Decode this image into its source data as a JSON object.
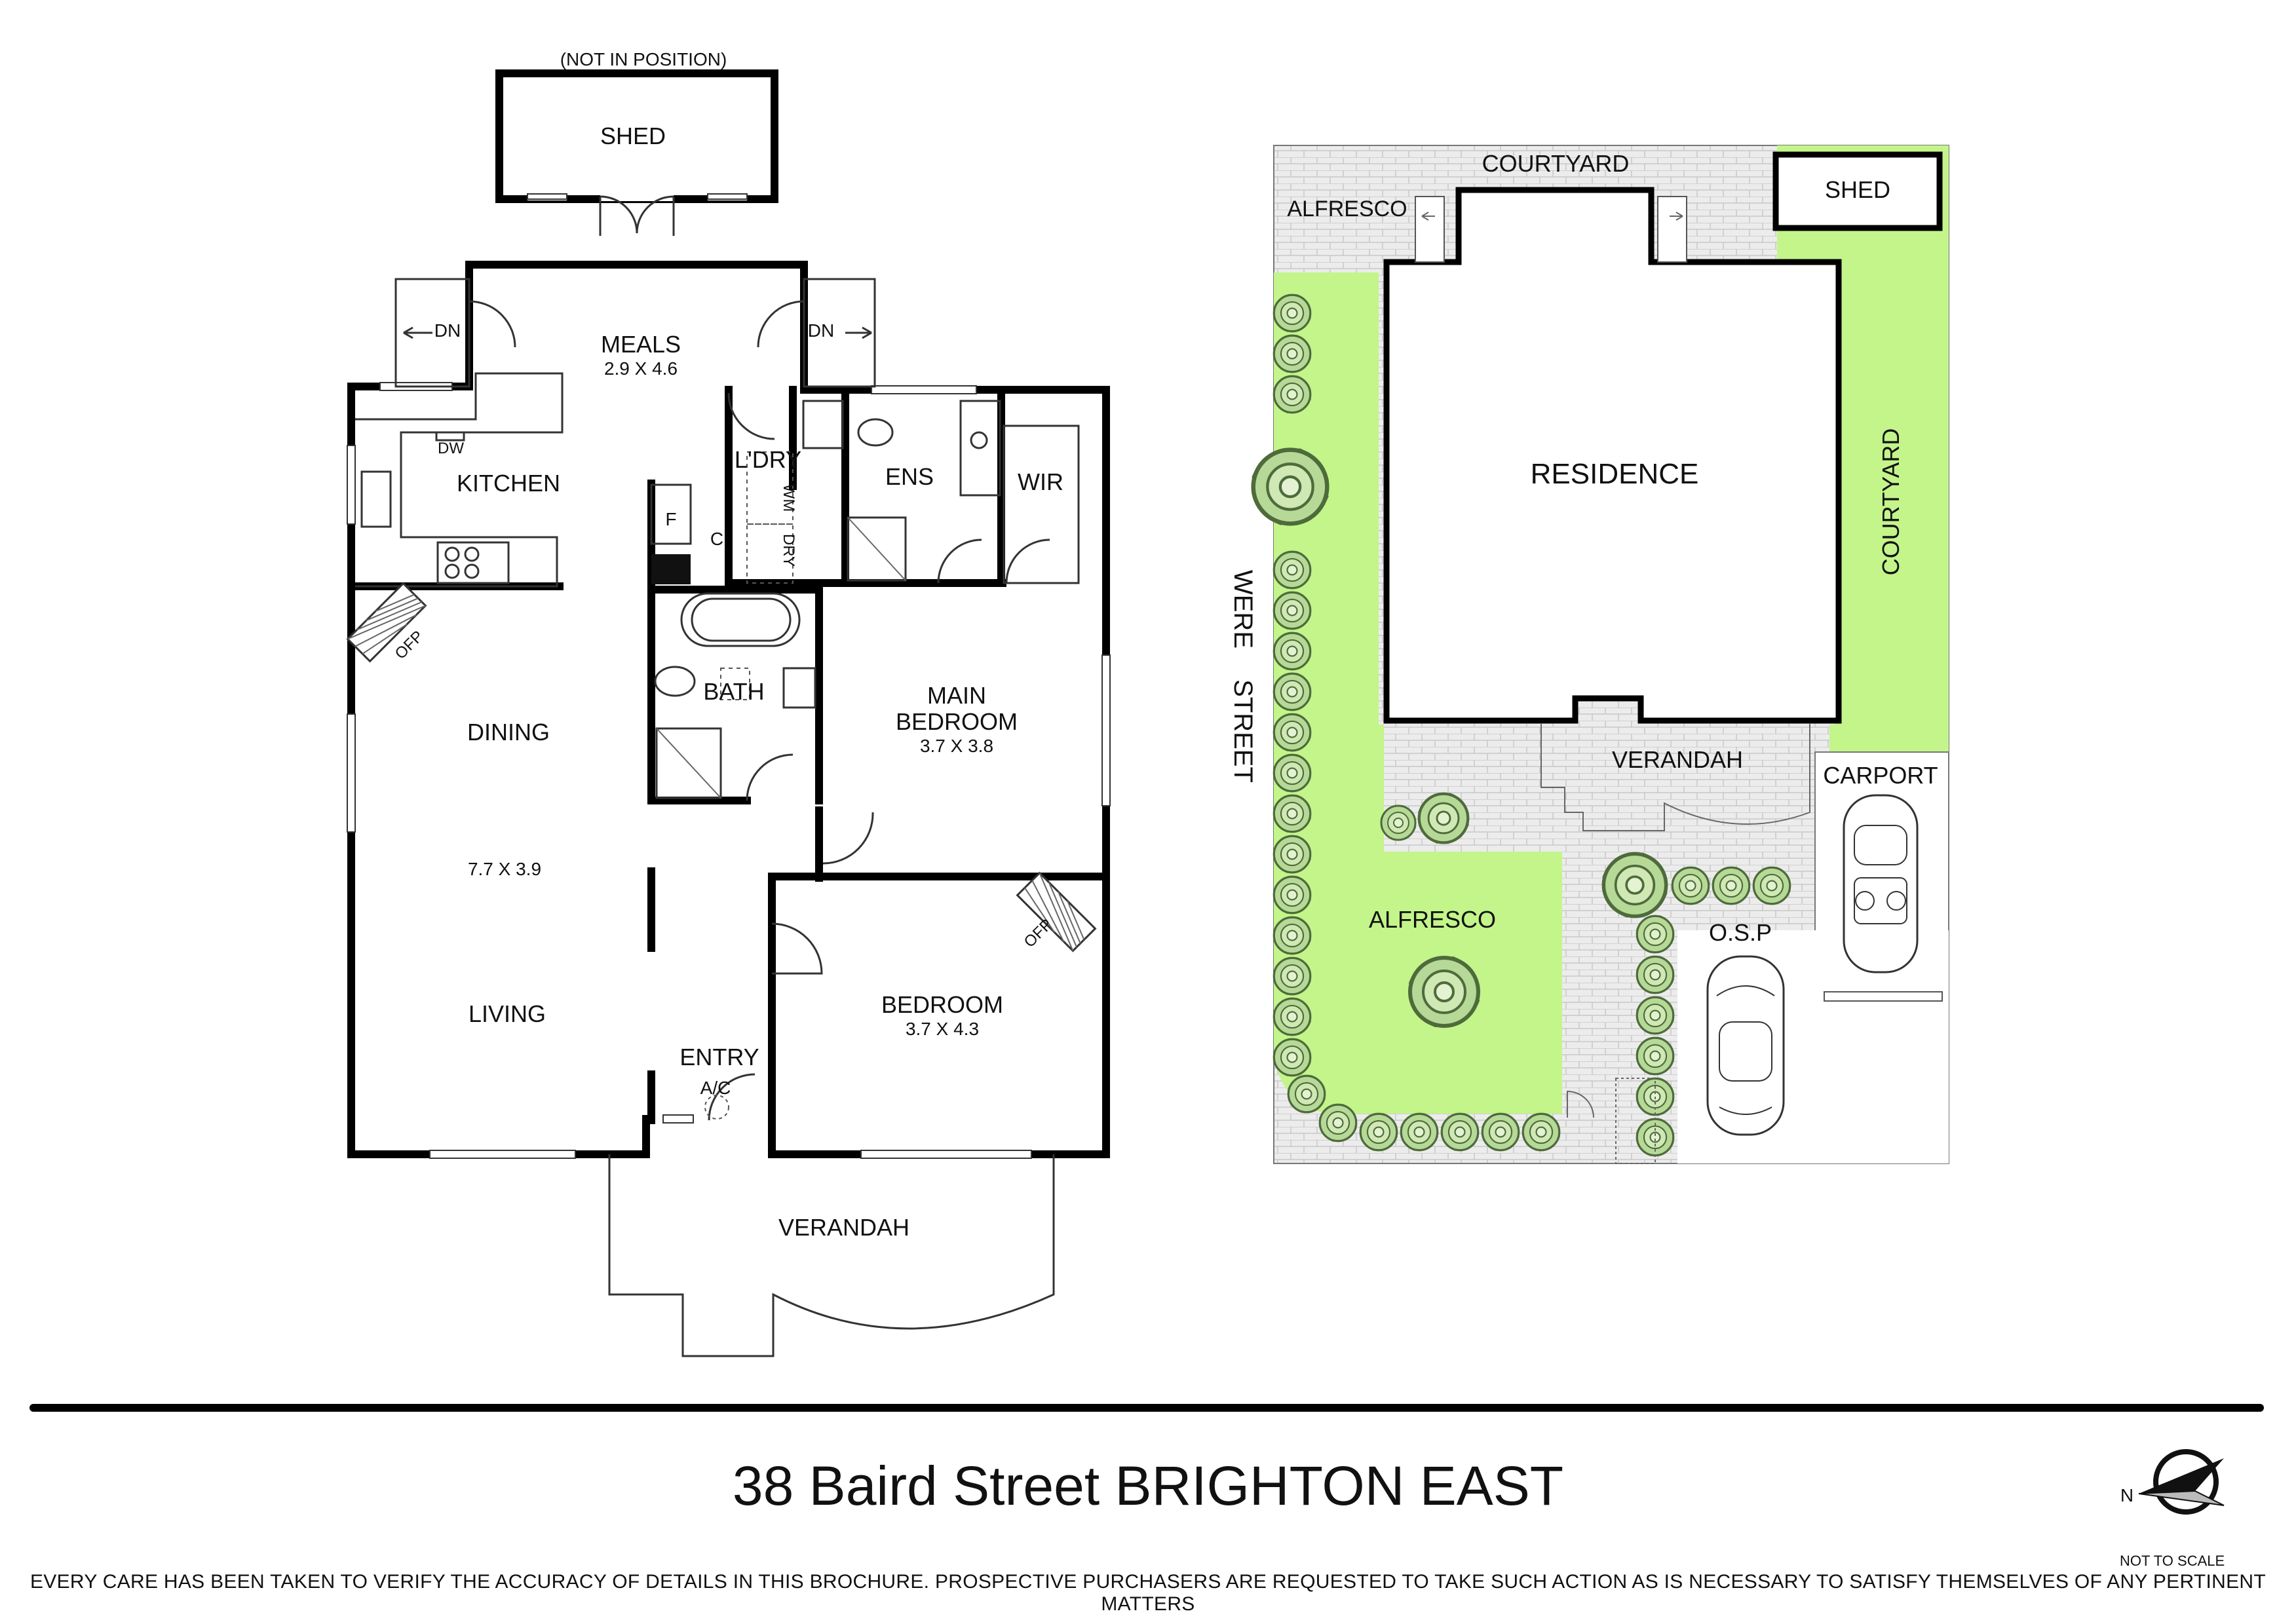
{
  "floor_plan": {
    "shed": {
      "note": "(NOT IN POSITION)",
      "label": "SHED"
    },
    "rooms": {
      "meals": {
        "name": "MEALS",
        "dims": "2.9 X 4.6"
      },
      "kitchen": {
        "name": "KITCHEN"
      },
      "laundry": {
        "name": "L'DRY"
      },
      "ensuite": {
        "name": "ENS"
      },
      "wir": {
        "name": "WIR"
      },
      "dining": {
        "name": "DINING"
      },
      "living_dims": "7.7 X 3.9",
      "living": {
        "name": "LIVING"
      },
      "bath": {
        "name": "BATH"
      },
      "main_bedroom": {
        "name_line1": "MAIN",
        "name_line2": "BEDROOM",
        "dims": "3.7 X 3.8"
      },
      "bedroom": {
        "name": "BEDROOM",
        "dims": "3.7 X 4.3"
      },
      "entry": {
        "name": "ENTRY",
        "ac": "A/C"
      },
      "verandah": {
        "name": "VERANDAH"
      }
    },
    "fixtures": {
      "dn_left": "DN",
      "dn_right": "DN",
      "dw": "DW",
      "fridge": "F",
      "cupboard": "C",
      "wm": "WM",
      "dry": "DRY",
      "ofp_dining": "OFP",
      "ofp_bedroom": "OFP"
    }
  },
  "site_plan": {
    "courtyard_top": "COURTYARD",
    "alfresco_top": "ALFRESCO",
    "shed": "SHED",
    "residence": "RESIDENCE",
    "courtyard_side": "COURTYARD",
    "street_word1": "WERE",
    "street_word2": "STREET",
    "verandah": "VERANDAH",
    "carport": "CARPORT",
    "alfresco": "ALFRESCO",
    "osp": "O.S.P"
  },
  "colors": {
    "lawn": "#c3f58a",
    "paving": "#e8e8e8",
    "wall": "#000000",
    "shrub": "#b6d998"
  },
  "footer": {
    "address": "38 Baird Street BRIGHTON EAST",
    "not_to_scale": "NOT TO SCALE",
    "disclaimer": "EVERY CARE HAS BEEN TAKEN TO VERIFY THE ACCURACY OF DETAILS IN THIS BROCHURE. PROSPECTIVE PURCHASERS ARE REQUESTED TO TAKE SUCH ACTION AS IS NECESSARY TO SATISFY THEMSELVES OF ANY PERTINENT MATTERS",
    "compass_letter": "N"
  }
}
